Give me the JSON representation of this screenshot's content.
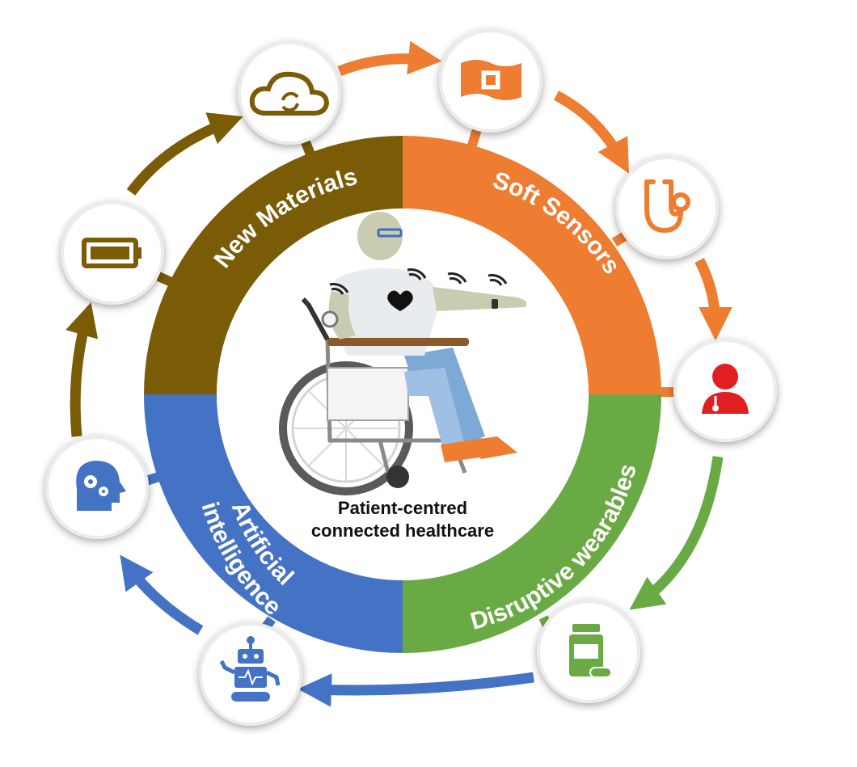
{
  "center": {
    "line1": "Patient-centred",
    "line2": "connected healthcare"
  },
  "segments": [
    {
      "key": "new_materials",
      "label": "New Materials",
      "color": "#7a5c06"
    },
    {
      "key": "soft_sensors",
      "label": "Soft Sensors",
      "color": "#ee7d31"
    },
    {
      "key": "disruptive_wearables",
      "label": "Disruptive wearables",
      "color": "#6aaa45"
    },
    {
      "key": "artificial_intelligence",
      "label_line1": "Artificial",
      "label_line2": "intelligence",
      "color": "#4472c4"
    }
  ],
  "nodes": [
    {
      "icon": "cloud-sync-icon",
      "color": "#7a5c06"
    },
    {
      "icon": "flexible-chip-icon",
      "color": "#ee7d31"
    },
    {
      "icon": "stethoscope-icon",
      "color": "#ee7d31"
    },
    {
      "icon": "doctor-icon",
      "color": "#e02020"
    },
    {
      "icon": "medicine-bottle-icon",
      "color": "#6aaa45"
    },
    {
      "icon": "robot-icon",
      "color": "#4472c4"
    },
    {
      "icon": "brain-gears-icon",
      "color": "#4472c4"
    },
    {
      "icon": "battery-icon",
      "color": "#7a5c06"
    }
  ],
  "illustration": "patient-wheelchair-illustration"
}
